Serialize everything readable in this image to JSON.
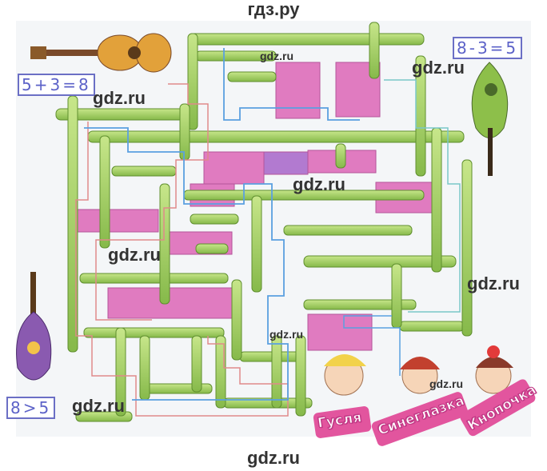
{
  "header": {
    "site": "гдз.ру"
  },
  "footer": {
    "site": "gdz.ru"
  },
  "watermarks": {
    "w1": "gdz.ru",
    "w2": "gdz.ru",
    "w3": "gdz.ru",
    "w4": "gdz.ru",
    "w5": "gdz.ru",
    "w6": "gdz.ru",
    "w7": "gdz.ru",
    "w8": "gdz.ru",
    "w9": "gdz.ru"
  },
  "equations": {
    "top_left": "5+3=8",
    "top_right": "8-3=5",
    "bottom_left": "8>5"
  },
  "characters": {
    "left": "Гусля",
    "middle": "Синеглазка",
    "right": "Кнопочка"
  },
  "colors": {
    "sticks": "#9ccc5a",
    "stick_edge": "#5f8f2e",
    "pink": "#e07bc0",
    "purple": "#b27ad0",
    "path_blue": "#5aa0e0",
    "path_red": "#e08a8a",
    "name_card": "#e2559e"
  },
  "icons": [
    "guitar-icon",
    "balalaika-icon",
    "mandolin-icon"
  ]
}
